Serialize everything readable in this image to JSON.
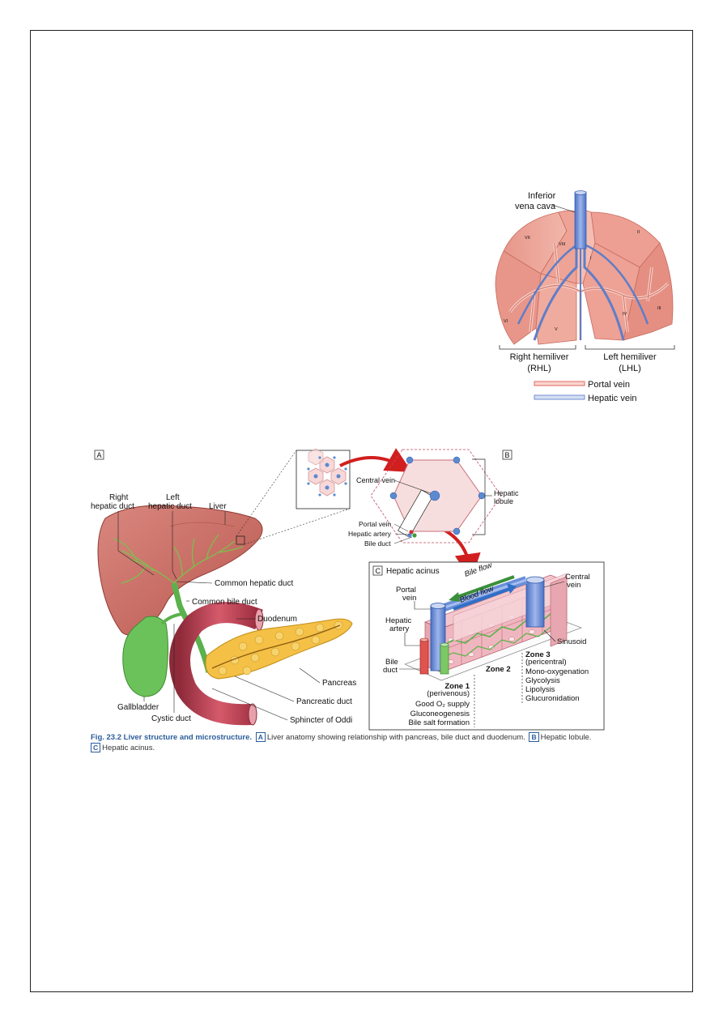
{
  "segments_figure": {
    "ivc_label": [
      "Inferior",
      "vena cava"
    ],
    "segments": [
      "VII",
      "VIII",
      "II",
      "I",
      "VI",
      "V",
      "IV",
      "III"
    ],
    "right_hemiliver": [
      "Right hemiliver",
      "(RHL)"
    ],
    "left_hemiliver": [
      "Left hemiliver",
      "(LHL)"
    ],
    "legend": [
      {
        "label": "Portal vein",
        "color": "#e06a5e"
      },
      {
        "label": "Hepatic vein",
        "color": "#6f8fcf"
      }
    ]
  },
  "panel_a": {
    "tag": "A",
    "labels": {
      "right_hepatic_duct": [
        "Right",
        "hepatic duct"
      ],
      "left_hepatic_duct": [
        "Left",
        "hepatic duct"
      ],
      "liver": "Liver",
      "common_hepatic_duct": "Common hepatic duct",
      "common_bile_duct": "Common bile duct",
      "duodenum": "Duodenum",
      "pancreas": "Pancreas",
      "pancreatic_duct": "Pancreatic duct",
      "sphincter": "Sphincter of Oddi",
      "gallbladder": "Gallbladder",
      "cystic_duct": "Cystic duct"
    }
  },
  "panel_b": {
    "tag": "B",
    "labels": {
      "central_vein": "Central vein",
      "hepatic_lobule": [
        "Hepatic",
        "lobule"
      ],
      "portal_vein": "Portal vein",
      "hepatic_artery": "Hepatic artery",
      "bile_duct": "Bile duct"
    }
  },
  "panel_c": {
    "tag": "C",
    "title": "Hepatic acinus",
    "labels": {
      "bile_flow": "Bile flow",
      "blood_flow": "Blood flow",
      "portal_vein": [
        "Portal",
        "vein"
      ],
      "hepatic_artery": [
        "Hepatic",
        "artery"
      ],
      "bile_duct": [
        "Bile",
        "duct"
      ],
      "central_vein": [
        "Central",
        "vein"
      ],
      "sinusoid": "Sinusoid",
      "zone2": "Zone 2"
    },
    "zone1": {
      "title": "Zone 1",
      "sub": "(perivenous)",
      "items": [
        "Good O₂ supply",
        "Gluconeogenesis",
        "Bile salt formation"
      ]
    },
    "zone3": {
      "title": "Zone 3",
      "sub": "(pericentral)",
      "items": [
        "Mono-oxygenation",
        "Glycolysis",
        "Lipolysis",
        "Glucuronidation"
      ]
    }
  },
  "caption": {
    "fig": "Fig. 23.2",
    "title": "Liver structure and microstructure.",
    "tag_a": "A",
    "text_a": "Liver anatomy showing relationship with pancreas, bile duct and duodenum.",
    "tag_b": "B",
    "text_b": "Hepatic lobule.",
    "tag_c": "C",
    "text_c": "Hepatic acinus."
  }
}
